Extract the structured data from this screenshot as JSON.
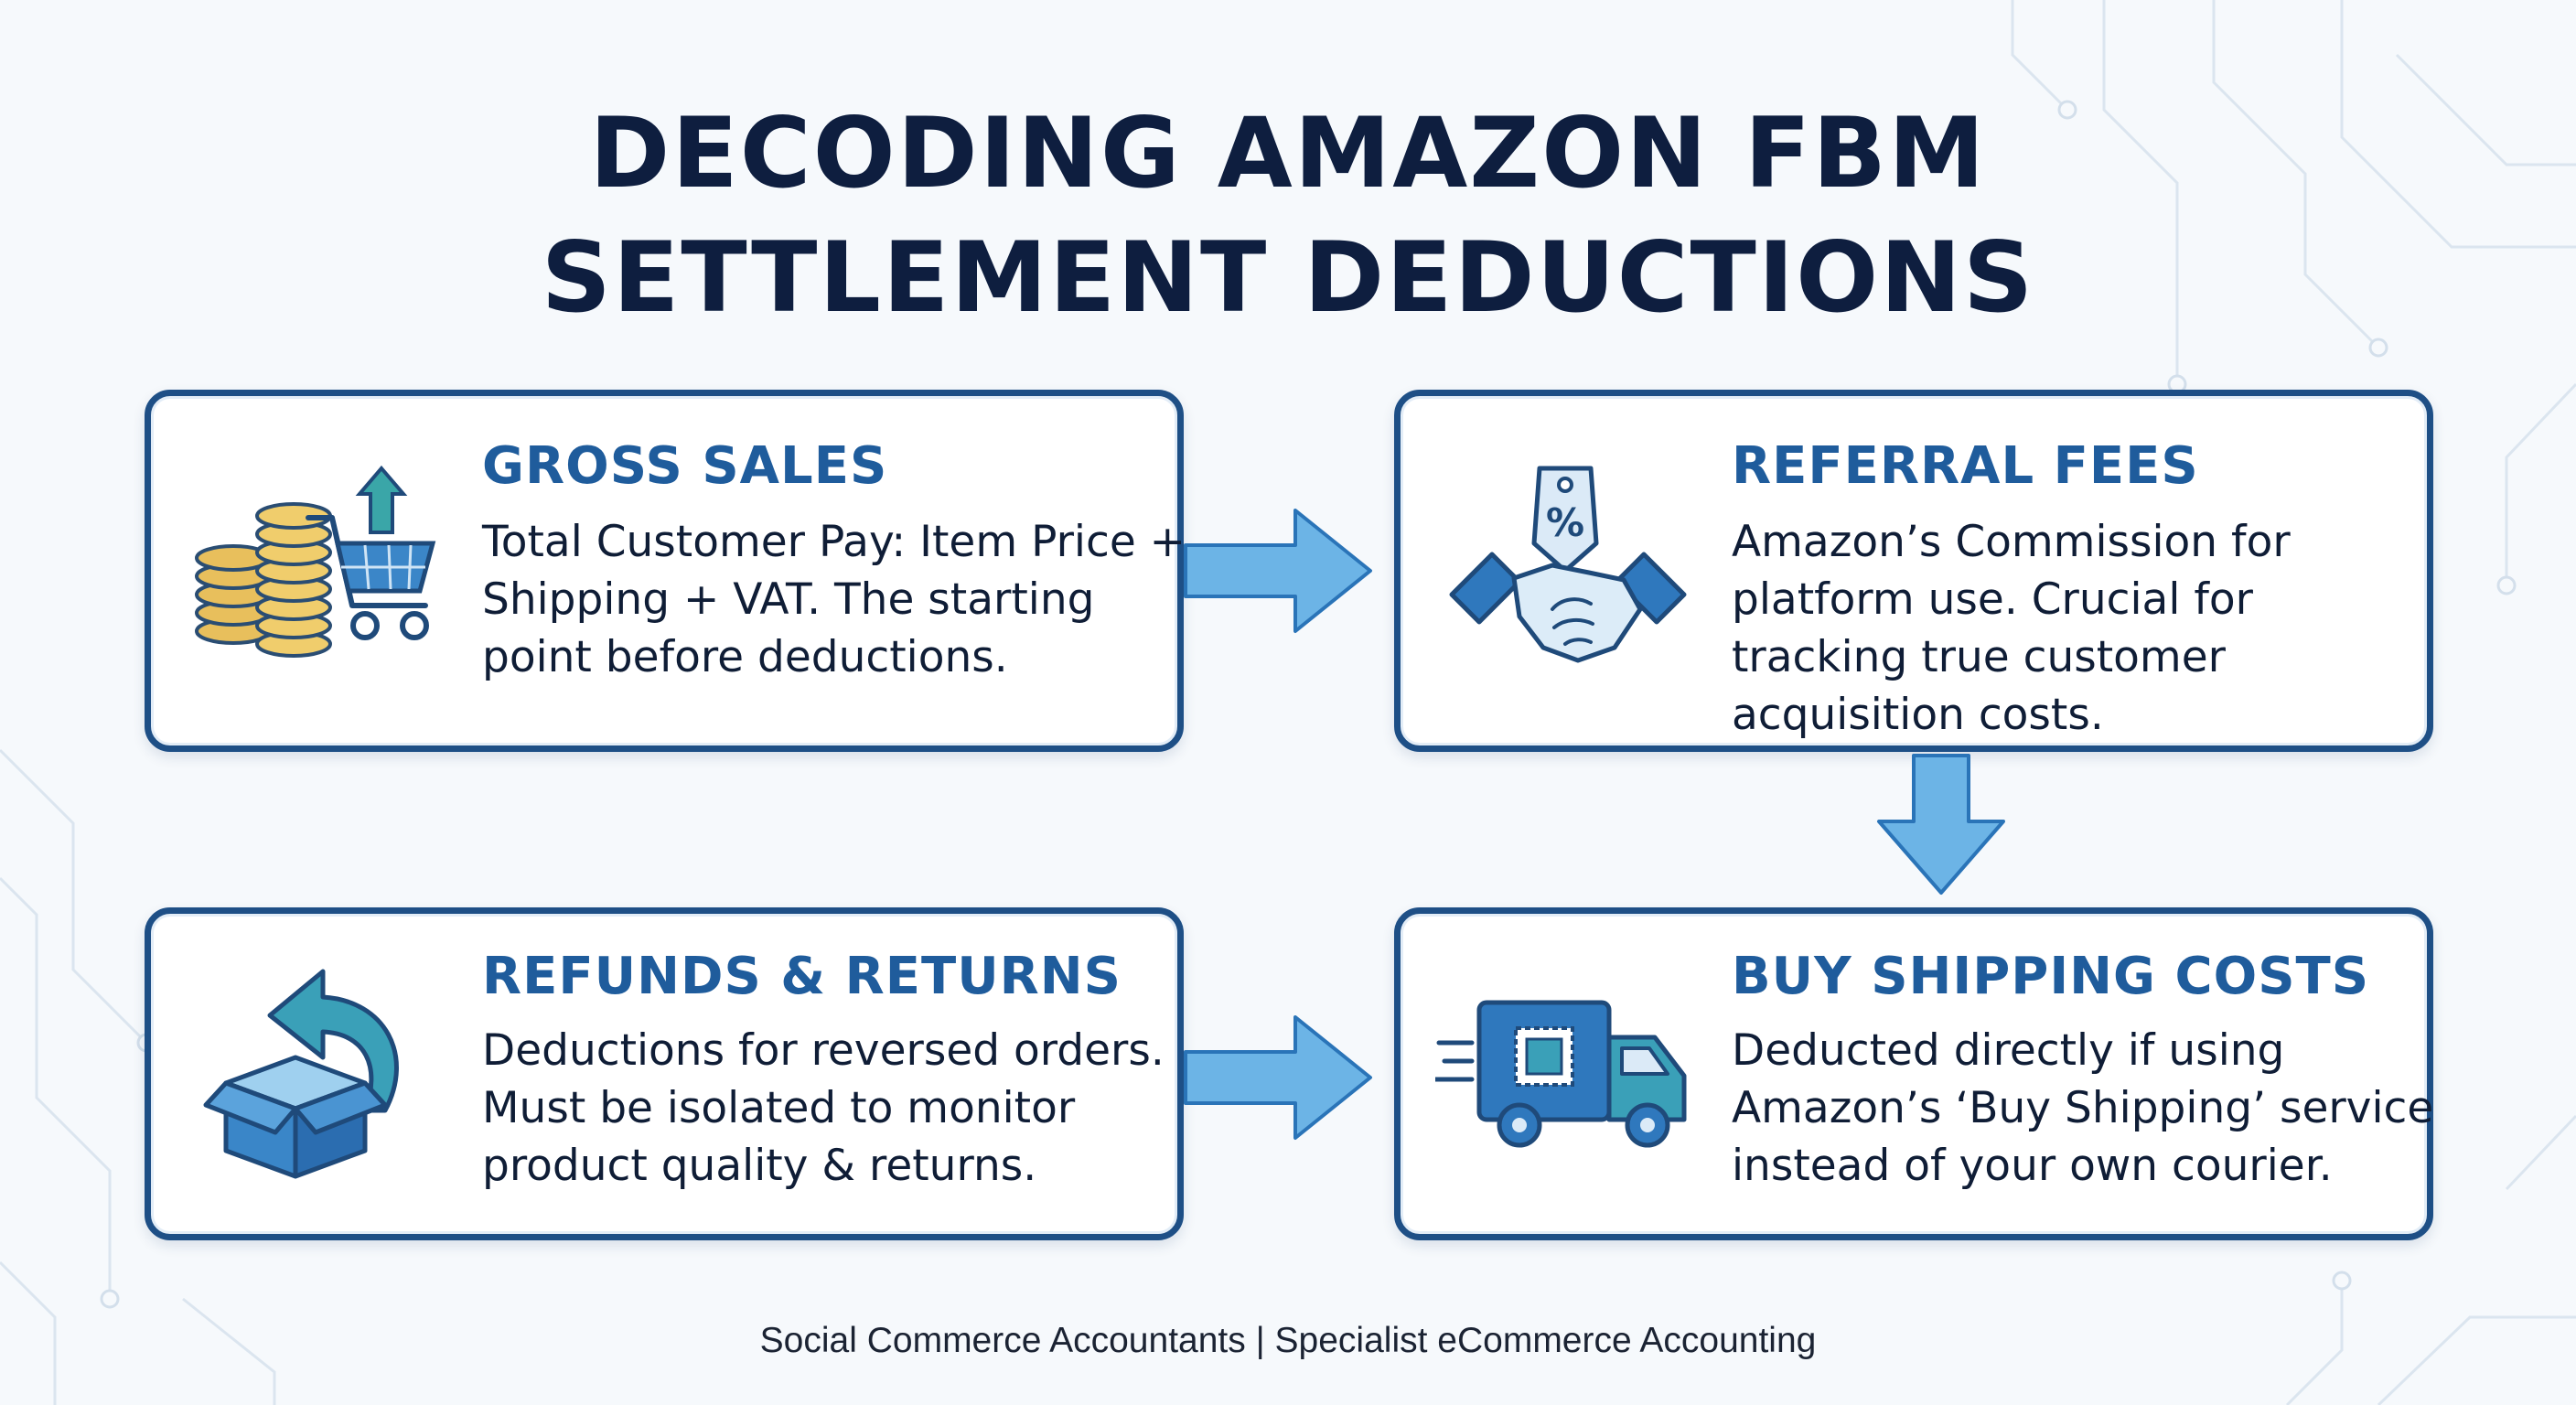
{
  "title": {
    "line1": "DECODING AMAZON FBM",
    "line2": "SETTLEMENT DEDUCTIONS"
  },
  "cards": [
    {
      "key": "gross",
      "heading": "GROSS SALES",
      "body": "Total Customer Pay: Item Price + Shipping + VAT. The starting point before deductions.",
      "icon": "coins-cart-icon"
    },
    {
      "key": "referral",
      "heading": "REFERRAL FEES",
      "body": "Amazon’s Commission for platform use. Crucial for tracking true customer acquisition costs.",
      "icon": "handshake-tag-icon"
    },
    {
      "key": "refunds",
      "heading": "REFUNDS & RETURNS",
      "body": "Deductions for reversed orders. Must be isolated to monitor product quality & returns.",
      "icon": "return-box-icon"
    },
    {
      "key": "shipping",
      "heading": "BUY SHIPPING COSTS",
      "body": "Deducted directly if using Amazon’s ‘Buy Shipping’ service instead of your own courier.",
      "icon": "delivery-truck-icon"
    }
  ],
  "footer": "Social Commerce Accountants | Specialist eCommerce Accounting",
  "colors": {
    "heading": "#1f5c9c",
    "border": "#1e4f86",
    "arrow": "#6cb4e6",
    "title": "#0e1e3f"
  }
}
